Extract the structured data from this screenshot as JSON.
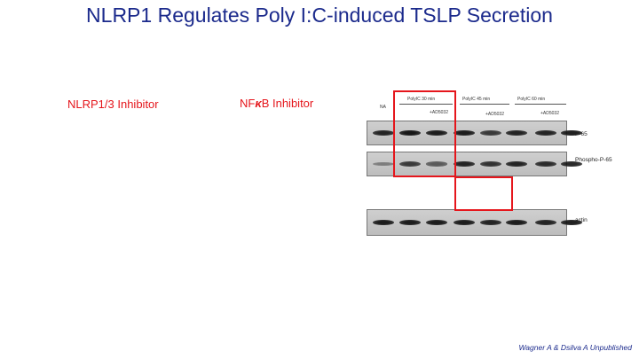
{
  "slide": {
    "title": "NLRP1 Regulates Poly I:C-induced TSLP Secretion",
    "left_label": "NLRP1/3 Inhibitor",
    "middle_label_prefix": "NF",
    "middle_label_kappa": "κ",
    "middle_label_suffix": "B Inhibitor",
    "footnote": "Wagner A & Dsilva A Unpublished"
  },
  "blot": {
    "headers": {
      "na": "NA",
      "group1": "PolyIC 30 min",
      "group2": "PolyIC 45 min",
      "group3": "PolyIC 60 min",
      "treat1": "+AD5032",
      "treat2": "+AD5032",
      "treat3": "+AD5032"
    },
    "rows": [
      {
        "label": "P-65",
        "intensity": [
          0.85,
          0.95,
          0.9,
          0.9,
          0.7,
          0.85,
          0.85,
          0.9
        ]
      },
      {
        "label": "Phospho-P-65",
        "intensity": [
          0.2,
          0.7,
          0.45,
          0.85,
          0.75,
          0.85,
          0.8,
          0.85
        ]
      },
      {
        "label": "actin",
        "intensity": [
          0.9,
          0.9,
          0.9,
          0.9,
          0.85,
          0.9,
          0.85,
          0.9
        ]
      }
    ],
    "highlight_color": "#e5161c"
  }
}
